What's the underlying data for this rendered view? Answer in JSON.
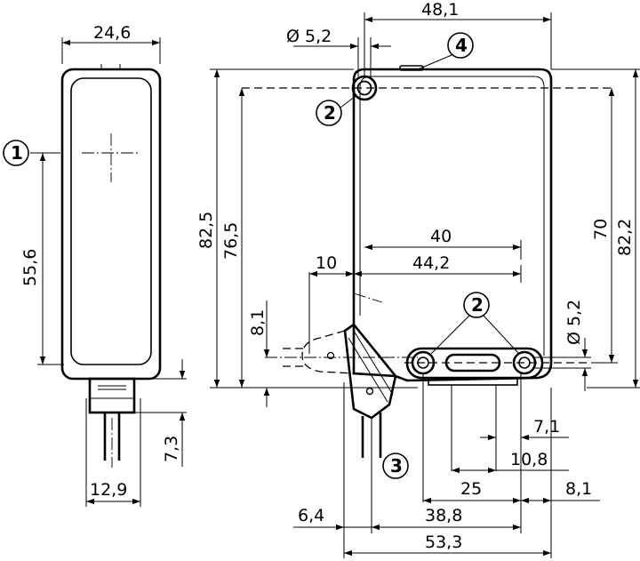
{
  "dimensions": {
    "side_width": "24,6",
    "side_height": "55,6",
    "side_cable_width": "12,9",
    "side_cable_height": "7,3",
    "hole_diameter_top": "Ø 5,2",
    "front_width": "48,1",
    "front_height_outer": "82,5",
    "front_height_inner": "76,5",
    "right_height_70": "70",
    "right_height_82": "82,2",
    "hole_diameter_side": "Ø 5,2",
    "optic_width_40": "40",
    "optic_width_44": "44,2",
    "offset_10": "10",
    "offset_8_1": "8,1",
    "bottom_7_1": "7,1",
    "bottom_10_8": "10,8",
    "bottom_25": "25",
    "bottom_8_1": "8,1",
    "bottom_6_4": "6,4",
    "bottom_38_8": "38,8",
    "bottom_53_3": "53,3"
  },
  "callouts": {
    "c1": "1",
    "c2_top": "2",
    "c2_bottom": "2",
    "c3": "3",
    "c4": "4"
  }
}
